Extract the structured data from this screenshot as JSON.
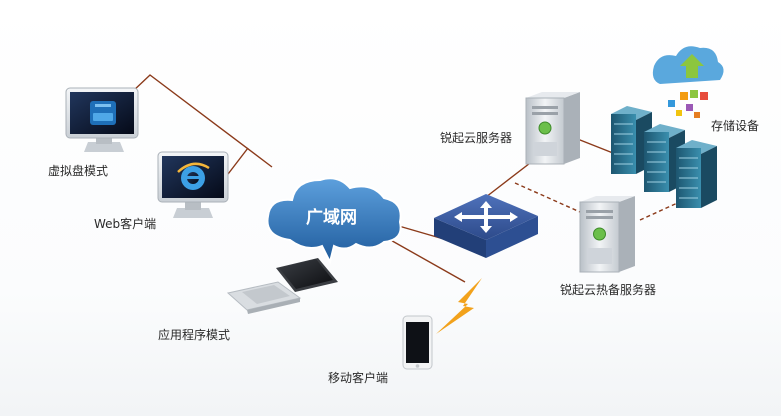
{
  "labels": {
    "virtual_disk_mode": "虚拟盘模式",
    "web_client": "Web客户端",
    "app_mode": "应用程序模式",
    "mobile_client": "移动客户端",
    "wan": "广域网",
    "ruiqi_cloud_server": "锐起云服务器",
    "storage": "存储设备",
    "hot_standby_server": "锐起云热备服务器"
  },
  "colors": {
    "link_line": "#8b3a1a",
    "screen_bg": "#0d1a33",
    "accent_blue": "#1e6fb8",
    "cloud_blue": "#2a6fb3",
    "switch_blue": "#3a5a9e",
    "server_grey": "#d8dde2",
    "rack_teal": "#2c6f8c",
    "lightning": "#f2a21c"
  },
  "icons": {
    "monitor_disk": "monitor-with-disk-icon",
    "monitor_ie": "monitor-with-browser-icon",
    "laptop": "laptop-icon",
    "phone": "smartphone-icon",
    "cloud": "cloud-icon",
    "switch": "network-switch-icon",
    "server": "server-tower-icon",
    "storage": "storage-rack-icon",
    "cloud_upload": "cloud-upload-icon",
    "lightning": "lightning-icon"
  }
}
